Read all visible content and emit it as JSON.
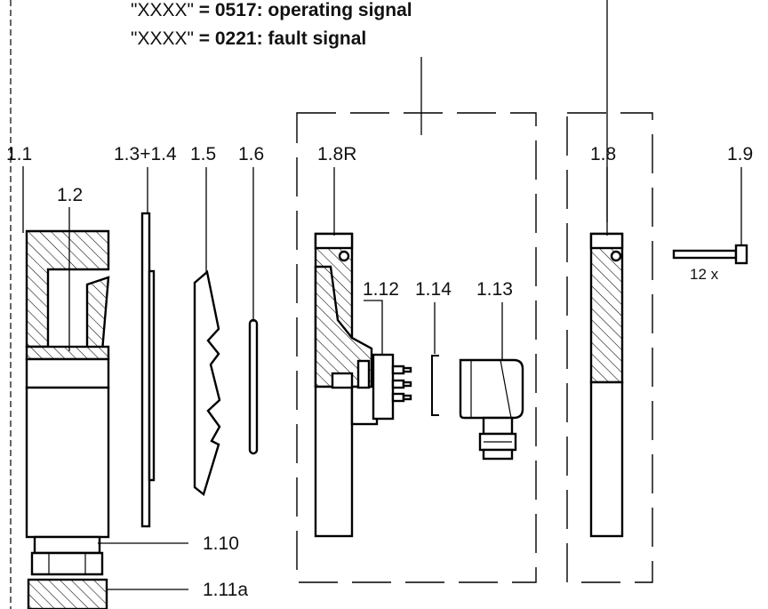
{
  "caption": {
    "line1_code": "\"XXXX\"",
    "line1_rest": " = 0517: operating signal",
    "line2_code": "\"XXXX\"",
    "line2_rest": " = 0221: fault signal"
  },
  "labels": {
    "p1_1": "1.1",
    "p1_2": "1.2",
    "p1_3_4": "1.3+1.4",
    "p1_5": "1.5",
    "p1_6": "1.6",
    "p1_8R": "1.8R",
    "p1_8": "1.8",
    "p1_9": "1.9",
    "p1_9_qty": "12 x",
    "p1_12": "1.12",
    "p1_14": "1.14",
    "p1_13": "1.13",
    "p1_10": "1.10",
    "p1_11a": "1.11a"
  }
}
